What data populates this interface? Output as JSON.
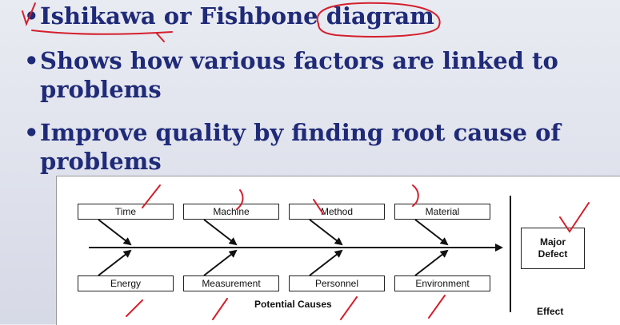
{
  "slide": {
    "bullets": [
      {
        "line1": "Ishikawa or Fishbone diagram",
        "line2": ""
      },
      {
        "line1": "Shows how various factors are linked to",
        "line2": "problems"
      },
      {
        "line1": "Improve quality by finding root cause of",
        "line2": "problems"
      }
    ],
    "bullet_glyph": "•"
  },
  "diagram": {
    "top_causes": [
      "Time",
      "Machine",
      "Method",
      "Material"
    ],
    "bottom_causes": [
      "Energy",
      "Measurement",
      "Personnel",
      "Environment"
    ],
    "effect_line1": "Major",
    "effect_line2": "Defect",
    "potential_causes_label": "Potential Causes",
    "effect_label": "Effect"
  },
  "colors": {
    "bullet_text": "#1f2a78",
    "annotation_ink": "#d4202c"
  }
}
